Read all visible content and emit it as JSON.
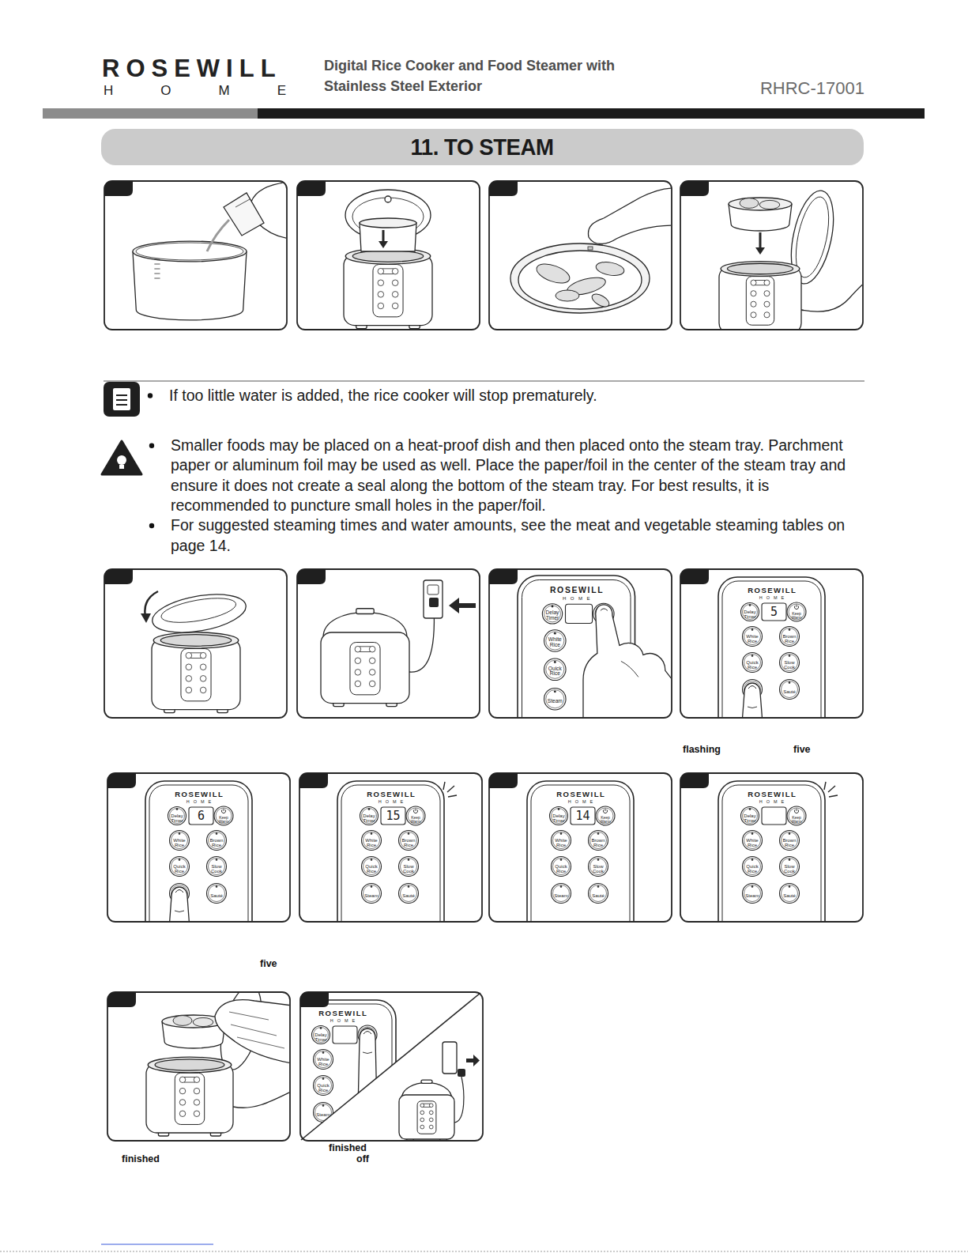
{
  "diagram": {
    "title": "11. TO STEAM",
    "labels": [
      "ROSEWILL",
      "HOME",
      "Digital Rice Cooker and Food Steamer with Stainless Steel Exterior",
      "RHRC-17001",
      "If too little water is added, the rice cooker will stop prematurely.",
      "Smaller foods may be placed on a heat-proof dish and then placed onto the steam tray. Parchment paper or aluminum foil may be used as well. Place the paper/foil in the center of the steam tray and ensure it does not create a seal along the bottom of the steam tray. For best results, it is recommended to puncture small holes in the paper/foil.",
      "For suggested steaming times and water amounts, see the meat and vegetable steaming tables on page 14.",
      "ROSEWILL",
      "HOME",
      "Delay Timer",
      "White Rice",
      "Quick Rice",
      "Steam",
      "ROSEWILL",
      "HOME",
      "Delay Timer",
      "5",
      "Keep Warm",
      "White Rice",
      "Brown Rice",
      "Quick Rice",
      "Slow Cook",
      "Sauté",
      "flashing",
      "five",
      "ROSEWILL",
      "HOME",
      "Delay Timer",
      "6",
      "Keep Warm",
      "White Rice",
      "Brown Rice",
      "Quick Rice",
      "Slow Cook",
      "Sauté",
      "ROSEWILL",
      "HOME",
      "Delay Timer",
      "15",
      "Keep Warm",
      "White Rice",
      "Brown Rice",
      "Quick Rice",
      "Slow Cook",
      "Steam",
      "Sauté",
      "ROSEWILL",
      "HOME",
      "Delay Timer",
      "14",
      "Keep Warm",
      "White Rice",
      "Brown Rice",
      "Quick Rice",
      "Slow Cook",
      "Steam",
      "Sauté",
      "ROSEWILL",
      "HOME",
      "Delay Timer",
      "Keep Warm",
      "White Rice",
      "Brown Rice",
      "Quick Rice",
      "Slow Cook",
      "Steam",
      "Sauté",
      "five",
      "ROSEWILL",
      "HOME",
      "Delay Timer",
      "White Rice",
      "Quick Rice",
      "Steam",
      "finished",
      "finished",
      "off"
    ]
  }
}
